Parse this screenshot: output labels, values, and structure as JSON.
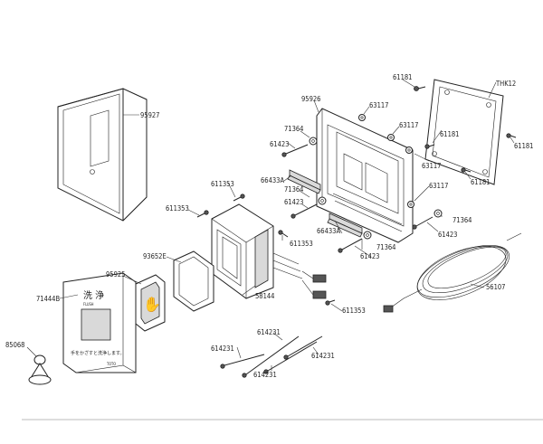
{
  "parts": [
    {
      "id": "p95927",
      "label": "95927"
    },
    {
      "id": "p95926",
      "label": "95926"
    },
    {
      "id": "p61181a",
      "label": "61181"
    },
    {
      "id": "pTHK12",
      "label": "THK12"
    },
    {
      "id": "p63117a",
      "label": "63117"
    },
    {
      "id": "p63117b",
      "label": "63117"
    },
    {
      "id": "p71364a",
      "label": "71364"
    },
    {
      "id": "p61423a",
      "label": "61423"
    },
    {
      "id": "p61181b",
      "label": "61181"
    },
    {
      "id": "p61181c",
      "label": "61181"
    },
    {
      "id": "p63117c",
      "label": "63117"
    },
    {
      "id": "p61181d",
      "label": "61181"
    },
    {
      "id": "p66433Aa",
      "label": "66433A"
    },
    {
      "id": "p611353a",
      "label": "611353"
    },
    {
      "id": "p71364b",
      "label": "71364"
    },
    {
      "id": "p63117d",
      "label": "63117"
    },
    {
      "id": "p611353b",
      "label": "611353"
    },
    {
      "id": "p61423b",
      "label": "61423"
    },
    {
      "id": "p71364c",
      "label": "71364"
    },
    {
      "id": "p611353c",
      "label": "611353"
    },
    {
      "id": "p66433Ab",
      "label": "66433A"
    },
    {
      "id": "p61423c",
      "label": "61423"
    },
    {
      "id": "p71364d",
      "label": "71364"
    },
    {
      "id": "p61423d",
      "label": "61423"
    },
    {
      "id": "p93652E",
      "label": "93652E"
    },
    {
      "id": "p95925",
      "label": "95925"
    },
    {
      "id": "p71444B",
      "label": "71444B"
    },
    {
      "id": "p58144",
      "label": "58144"
    },
    {
      "id": "p56107",
      "label": "56107"
    },
    {
      "id": "p611353d",
      "label": "611353"
    },
    {
      "id": "p614231a",
      "label": "614231"
    },
    {
      "id": "p614231b",
      "label": "614231"
    },
    {
      "id": "p614231c",
      "label": "614231"
    },
    {
      "id": "p614231d",
      "label": "614231"
    },
    {
      "id": "p85068",
      "label": "85068"
    }
  ],
  "plate_text": {
    "title": "洗 浄",
    "subtitle": "FLUSH",
    "line1": "手をかざすと洗浄します。",
    "line2": "TOTO"
  }
}
